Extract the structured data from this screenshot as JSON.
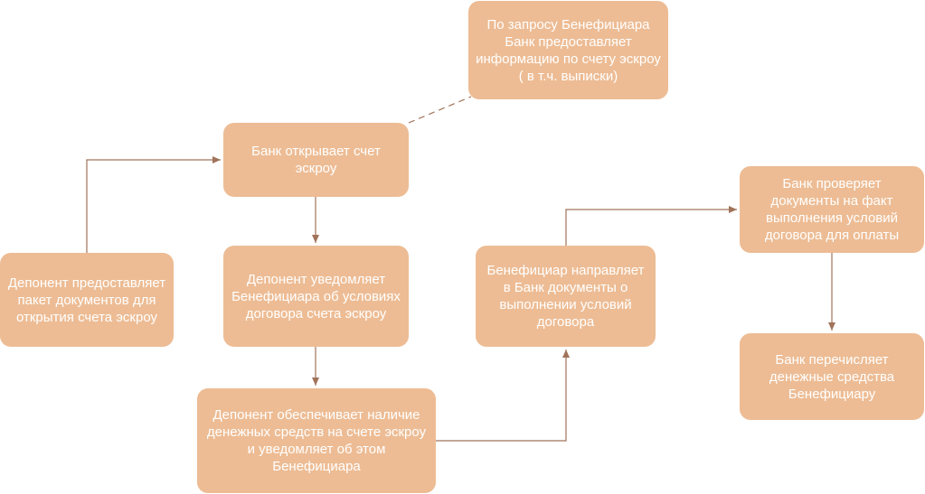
{
  "colors": {
    "node_fill": "#edbc94",
    "node_text": "#ffffff",
    "edge": "#a0735a"
  },
  "nodes": {
    "depositor_docs": "Депонент предоставляет пакет документов для открытия счета эскроу",
    "bank_opens": "Банк открывает счет эскроу",
    "bank_info": "По запросу Бенефициара Банк предоставляет информацию по счету эскроу ( в т.ч. выписки)",
    "depositor_notifies": "Депонент уведомляет Бенефициара об условиях договора счета эскроу",
    "depositor_funds": "Депонент обеспечивает наличие денежных средств на счете эскроу и уведомляет об этом Бенефициара",
    "beneficiary_sends": "Бенефициар направляет в Банк документы о выполнении условий договора",
    "bank_checks": "Банк проверяет документы на факт выполнения условий договора для оплаты",
    "bank_transfers": "Банк перечисляет денежные средства Бенефициару"
  }
}
